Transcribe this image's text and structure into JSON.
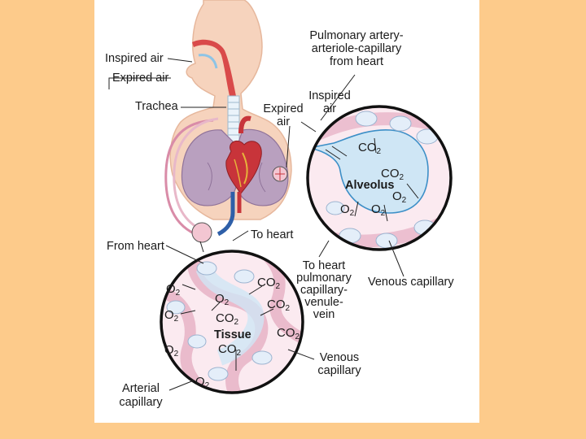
{
  "colors": {
    "background": "#FDCB8B",
    "panel": "#FFFFFF",
    "capillary": "#D98CA8",
    "alveolus_fill": "#CFE6F5",
    "cell_fill": "#E4EEF9",
    "skin": "#F6D3BD",
    "lung": "#B9A0BF",
    "heart": "#C8343A",
    "vein": "#2E5FA8"
  },
  "labels": {
    "inspired_air_left": "Inspired air",
    "expired_air_left": "Expired air",
    "trachea": "Trachea",
    "pulmonary_artery": [
      "Pulmonary artery-",
      "arteriole-capillary",
      "from heart"
    ],
    "inspired_air_right": [
      "Inspired",
      "air"
    ],
    "expired_air_right": [
      "Expired",
      "air"
    ],
    "alveolus": "Alveolus",
    "from_heart": "From heart",
    "to_heart": "To heart",
    "to_heart_pulmonary": [
      "To heart",
      "pulmonary",
      "capillary-",
      "venule-",
      "vein"
    ],
    "venous_capillary_upper": "Venous capillary",
    "venous_capillary_lower": [
      "Venous",
      "capillary"
    ],
    "tissue": "Tissue",
    "arterial_capillary": [
      "Arterial",
      "capillary"
    ]
  },
  "gases": {
    "co2_base": "CO",
    "o2_base": "O",
    "subscript": "2"
  }
}
